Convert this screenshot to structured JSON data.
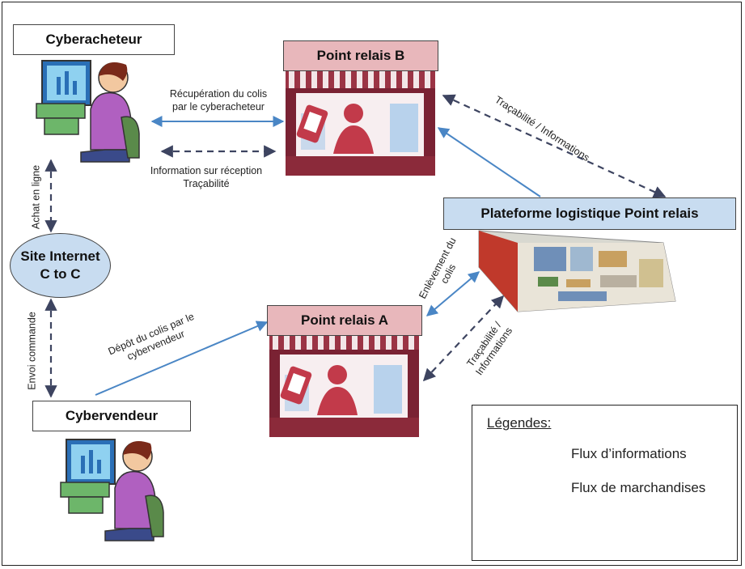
{
  "nodes": {
    "cyberacheteur": "Cyberacheteur",
    "cybervendeur": "Cybervendeur",
    "site_internet_line1": "Site Internet",
    "site_internet_line2": "C to C",
    "point_relais_b": "Point relais B",
    "point_relais_a": "Point relais A",
    "plateforme": "Plateforme logistique Point relais"
  },
  "edges": {
    "recuperation_line1": "Récupération du colis",
    "recuperation_line2": "par le cyberacheteur",
    "info_reception_line1": "Information sur réception",
    "info_reception_line2": "Traçabilité",
    "achat_en_ligne": "Achat en ligne",
    "envoi_commande": "Envoi commande",
    "depot_line1": "Dépôt du colis par le",
    "depot_line2": "cybervendeur",
    "enlevement_line1": "Enlèvement du",
    "enlevement_line2": "colis",
    "tracabilite_b": "Traçabilité / Informations",
    "tracabilite_a_line1": "Traçabilité /",
    "tracabilite_a_line2": "Informations"
  },
  "legend": {
    "title": "Légendes:",
    "info_flow": "Flux d’informations",
    "goods_flow": "Flux de marchandises"
  },
  "colors": {
    "info_arrow": "#3d4460",
    "goods_arrow": "#4a86c5",
    "awning": "#8b2a3a",
    "pink_box": "#e8b7bb",
    "blue_box": "#c8dcf0"
  }
}
